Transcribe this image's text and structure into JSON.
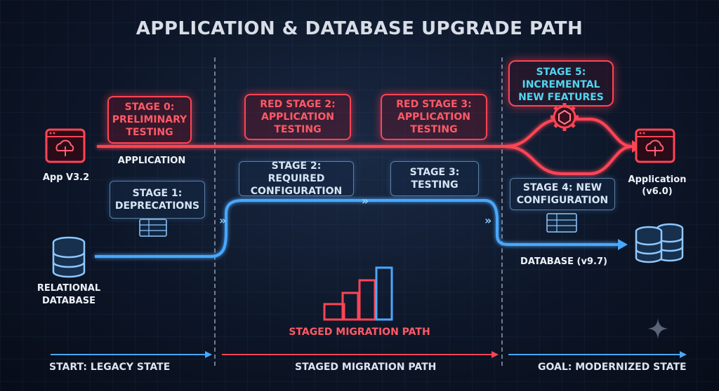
{
  "title": "APPLICATION & DATABASE UPGRADE PATH",
  "stages": {
    "stage0": "STAGE 0:\nPRELIMINARY\nTESTING",
    "stage1": "STAGE 1:\nDEPRECATIONS",
    "red_stage2": "RED STAGE 2:\nAPPLICATION\nTESTING",
    "stage2": "STAGE 2: REQUIRED\nCONFIGURATION",
    "red_stage3": "RED STAGE 3:\nAPPLICATION\nTESTING",
    "stage3": "STAGE 3:\nTESTING",
    "stage4": "STAGE 4: NEW\nCONFIGURATION",
    "stage5": "STAGE 5:\nINCREMENTAL\nNEW FEATURES"
  },
  "labels": {
    "app_source": "App V3.2",
    "application": "APPLICATION",
    "relational_db": "RELATIONAL\nDATABASE",
    "app_target": "Application\n(v6.0)",
    "db_target": "DATABASE (v9.7)",
    "center_path": "STAGED MIGRATION PATH"
  },
  "bottom": {
    "start": "START: LEGACY STATE",
    "middle": "STAGED MIGRATION PATH",
    "goal": "GOAL: MODERNIZED STATE"
  },
  "icons": [
    "app-window-icon",
    "database-icon",
    "table-icon",
    "gear-icon",
    "stairs-icon",
    "sparkle-icon"
  ],
  "colors": {
    "red": "#ff4455",
    "blue": "#4aa8ff",
    "cyan": "#4fd6f0"
  }
}
